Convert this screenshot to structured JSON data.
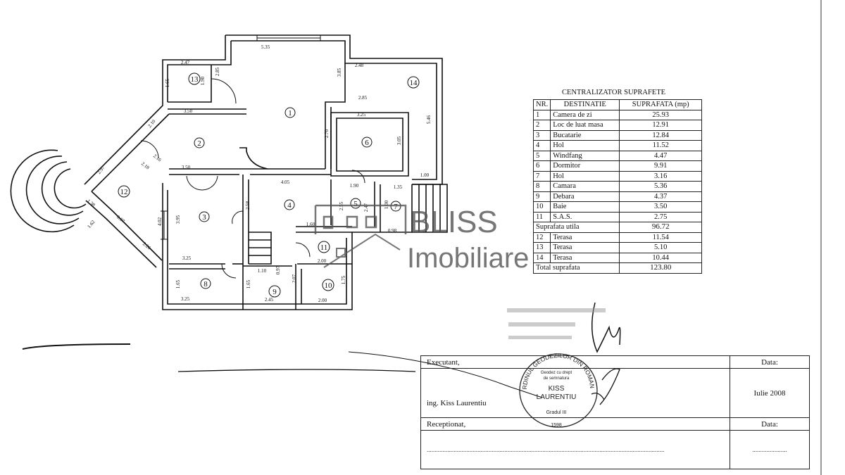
{
  "plan": {
    "rooms": [
      "1",
      "2",
      "3",
      "4",
      "5",
      "6",
      "7",
      "8",
      "9",
      "10",
      "11",
      "12",
      "13",
      "14"
    ],
    "dimensions": [
      "5.35",
      "2.47",
      "1.65",
      "1.90",
      "2.85",
      "3.85",
      "2.48",
      "3.50",
      "2.10",
      "2.16",
      "2.18",
      "2.97",
      "3.50",
      "2.70",
      "2.85",
      "3.25",
      "3.05",
      "5.46",
      "1.00",
      "4.05",
      "1.90",
      "1.35",
      "2.58",
      "2.55",
      "2.47",
      "1.00",
      "1.38",
      "0.97",
      "1.62",
      "2.26",
      "4.02",
      "3.95",
      "1.60",
      "0.98",
      "3.25",
      "1.10",
      "0.97",
      "1.65",
      "1.65",
      "2.07",
      "2.00",
      "1.75",
      "3.25",
      "2.45",
      "2.00"
    ]
  },
  "watermark": {
    "brand": "BLISS",
    "sub": "Imobiliare"
  },
  "centralizator": {
    "title": "CENTRALIZATOR SUPRAFETE",
    "headers": [
      "NR.",
      "DESTINATIE",
      "SUPRAFATA (mp)"
    ],
    "rows": [
      {
        "nr": "1",
        "dest": "Camera de zi",
        "val": "25.93"
      },
      {
        "nr": "2",
        "dest": "Loc de luat masa",
        "val": "12.91"
      },
      {
        "nr": "3",
        "dest": "Bucatarie",
        "val": "12.84"
      },
      {
        "nr": "4",
        "dest": "Hol",
        "val": "11.52"
      },
      {
        "nr": "5",
        "dest": "Windfang",
        "val": "4.47"
      },
      {
        "nr": "6",
        "dest": "Dormitor",
        "val": "9.91"
      },
      {
        "nr": "7",
        "dest": "Hol",
        "val": "3.16"
      },
      {
        "nr": "8",
        "dest": "Camara",
        "val": "5.36"
      },
      {
        "nr": "9",
        "dest": "Debara",
        "val": "4.37"
      },
      {
        "nr": "10",
        "dest": "Baie",
        "val": "3.50"
      },
      {
        "nr": "11",
        "dest": "S.A.S.",
        "val": "2.75"
      }
    ],
    "util_label": "Suprafata utila",
    "util_value": "96.72",
    "terase": [
      {
        "nr": "12",
        "dest": "Terasa",
        "val": "11.54"
      },
      {
        "nr": "13",
        "dest": "Terasa",
        "val": "5.10"
      },
      {
        "nr": "14",
        "dest": "Terasa",
        "val": "10.44"
      }
    ],
    "total_label": "Total suprafata",
    "total_value": "123.80"
  },
  "signature_block": {
    "executant_label": "Executant,",
    "data_label_1": "Data:",
    "executant_name": "ing.  Kiss Laurentiu",
    "date": "Iulie 2008",
    "receptionat_label": "Receptionat,",
    "data_label_2": "Data:",
    "dots_long": "......................................................................................................................................................",
    "dots_short": "......................"
  },
  "stamp": {
    "ring": "ORDINUL GEODEZILOR DIN ROMANIA",
    "line1": "Geodez cu drept",
    "line2": "de semnatura",
    "name1": "KISS",
    "name2": "LAURENTIU",
    "grade": "Gradul III",
    "number": "1598"
  }
}
